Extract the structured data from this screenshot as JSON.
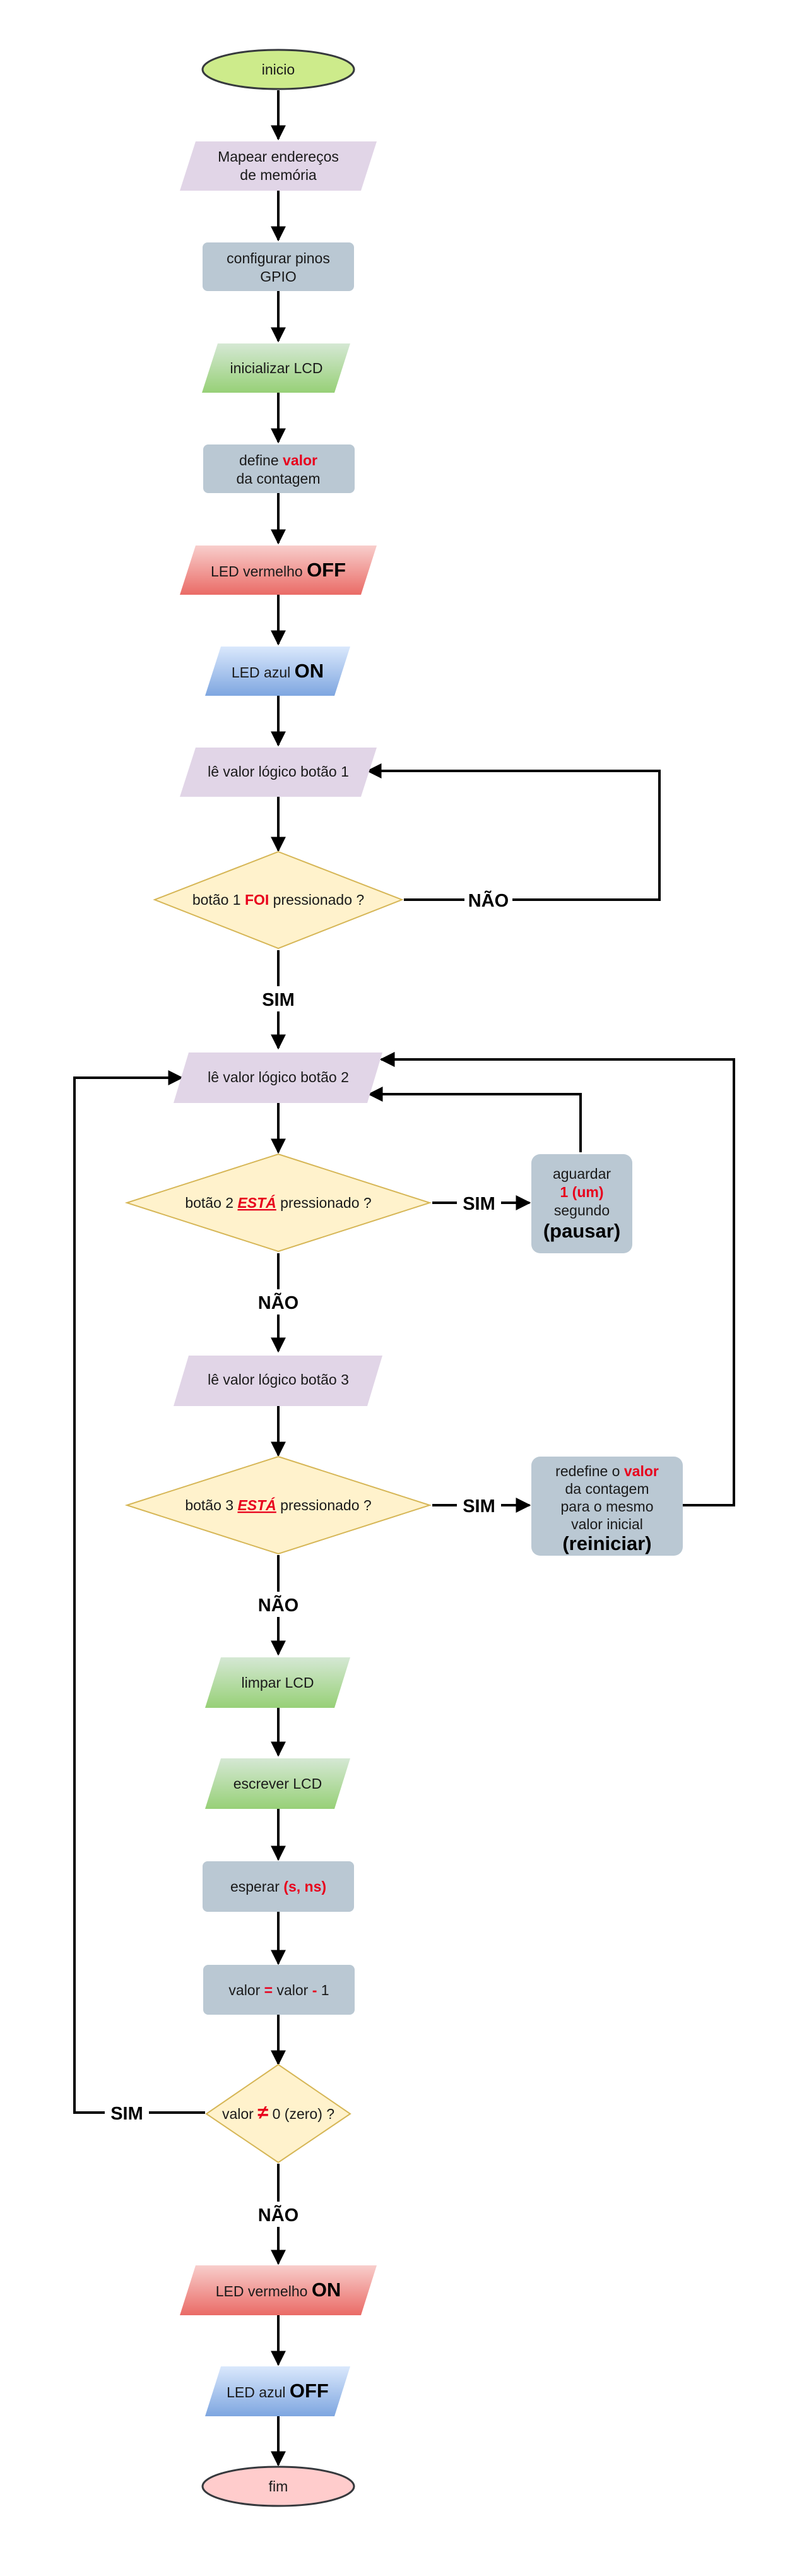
{
  "nodes": {
    "inicio": {
      "text": "inicio"
    },
    "mapear": {
      "l1": "Mapear endereços",
      "l2": "de memória"
    },
    "configurar": {
      "l1": "configurar pinos",
      "l2": "GPIO"
    },
    "init_lcd": {
      "text": "inicializar LCD"
    },
    "define": {
      "pre": "define ",
      "hl": "valor",
      "l2": "da contagem"
    },
    "led_vermelho_off": {
      "pre": "LED vermelho ",
      "big": "OFF"
    },
    "led_azul_on": {
      "pre": "LED azul ",
      "big": "ON"
    },
    "le_botao1": {
      "text": "lê valor lógico botão 1"
    },
    "dec_botao1": {
      "pre": "botão 1 ",
      "hl": "FOI",
      "post": " pressionado ?"
    },
    "le_botao2": {
      "text": "lê valor lógico botão 2"
    },
    "dec_botao2": {
      "pre": "botão 2 ",
      "hl": "ESTÁ",
      "post": " pressionado ?"
    },
    "aguardar": {
      "l1": "aguardar",
      "l2": "1 (um)",
      "l3": "segundo",
      "l4": "(pausar)"
    },
    "le_botao3": {
      "text": "lê valor lógico botão 3"
    },
    "dec_botao3": {
      "pre": "botão 3 ",
      "hl": "ESTÁ",
      "post": " pressionado ?"
    },
    "redefine": {
      "l1pre": "redefine o ",
      "l1hl": "valor",
      "l2": "da contagem",
      "l3": "para o mesmo",
      "l4": "valor inicial",
      "l5": "(reiniciar)"
    },
    "limpar_lcd": {
      "text": "limpar LCD"
    },
    "escrever_lcd": {
      "text": "escrever LCD"
    },
    "esperar": {
      "pre": "esperar ",
      "hl": "(s, ns)"
    },
    "decremento": {
      "pre": "valor ",
      "op1": "=",
      "mid": " valor ",
      "op2": "-",
      "post": " 1"
    },
    "dec_valor": {
      "pre": "valor ",
      "op": "≠",
      "post": " 0 (zero) ?"
    },
    "led_vermelho_on": {
      "pre": "LED vermelho ",
      "big": "ON"
    },
    "led_azul_off": {
      "pre": "LED azul ",
      "big": "OFF"
    },
    "fim": {
      "text": "fim"
    }
  },
  "edge_labels": {
    "nao_botao1": "NÃO",
    "sim_botao1": "SIM",
    "sim_botao2": "SIM",
    "nao_botao2": "NÃO",
    "sim_botao3": "SIM",
    "nao_botao3": "NÃO",
    "sim_valor": "SIM",
    "nao_valor": "NÃO"
  },
  "colors": {
    "start_fill": "#cdeb8b",
    "start_stroke": "#36393d",
    "end_fill": "#ffcccc",
    "end_stroke": "#36393d",
    "purple": "#e1d5e7",
    "gray": "#bac8d3",
    "green_top": "#d5e8d4",
    "green_bottom": "#97d077",
    "red_top": "#f8cecc",
    "red_bottom": "#ea6b66",
    "blue_top": "#dae8fc",
    "blue_bottom": "#7ea6e0",
    "decision_fill": "#fff2cc",
    "decision_stroke": "#d6b656",
    "highlight": "#e8001c"
  }
}
